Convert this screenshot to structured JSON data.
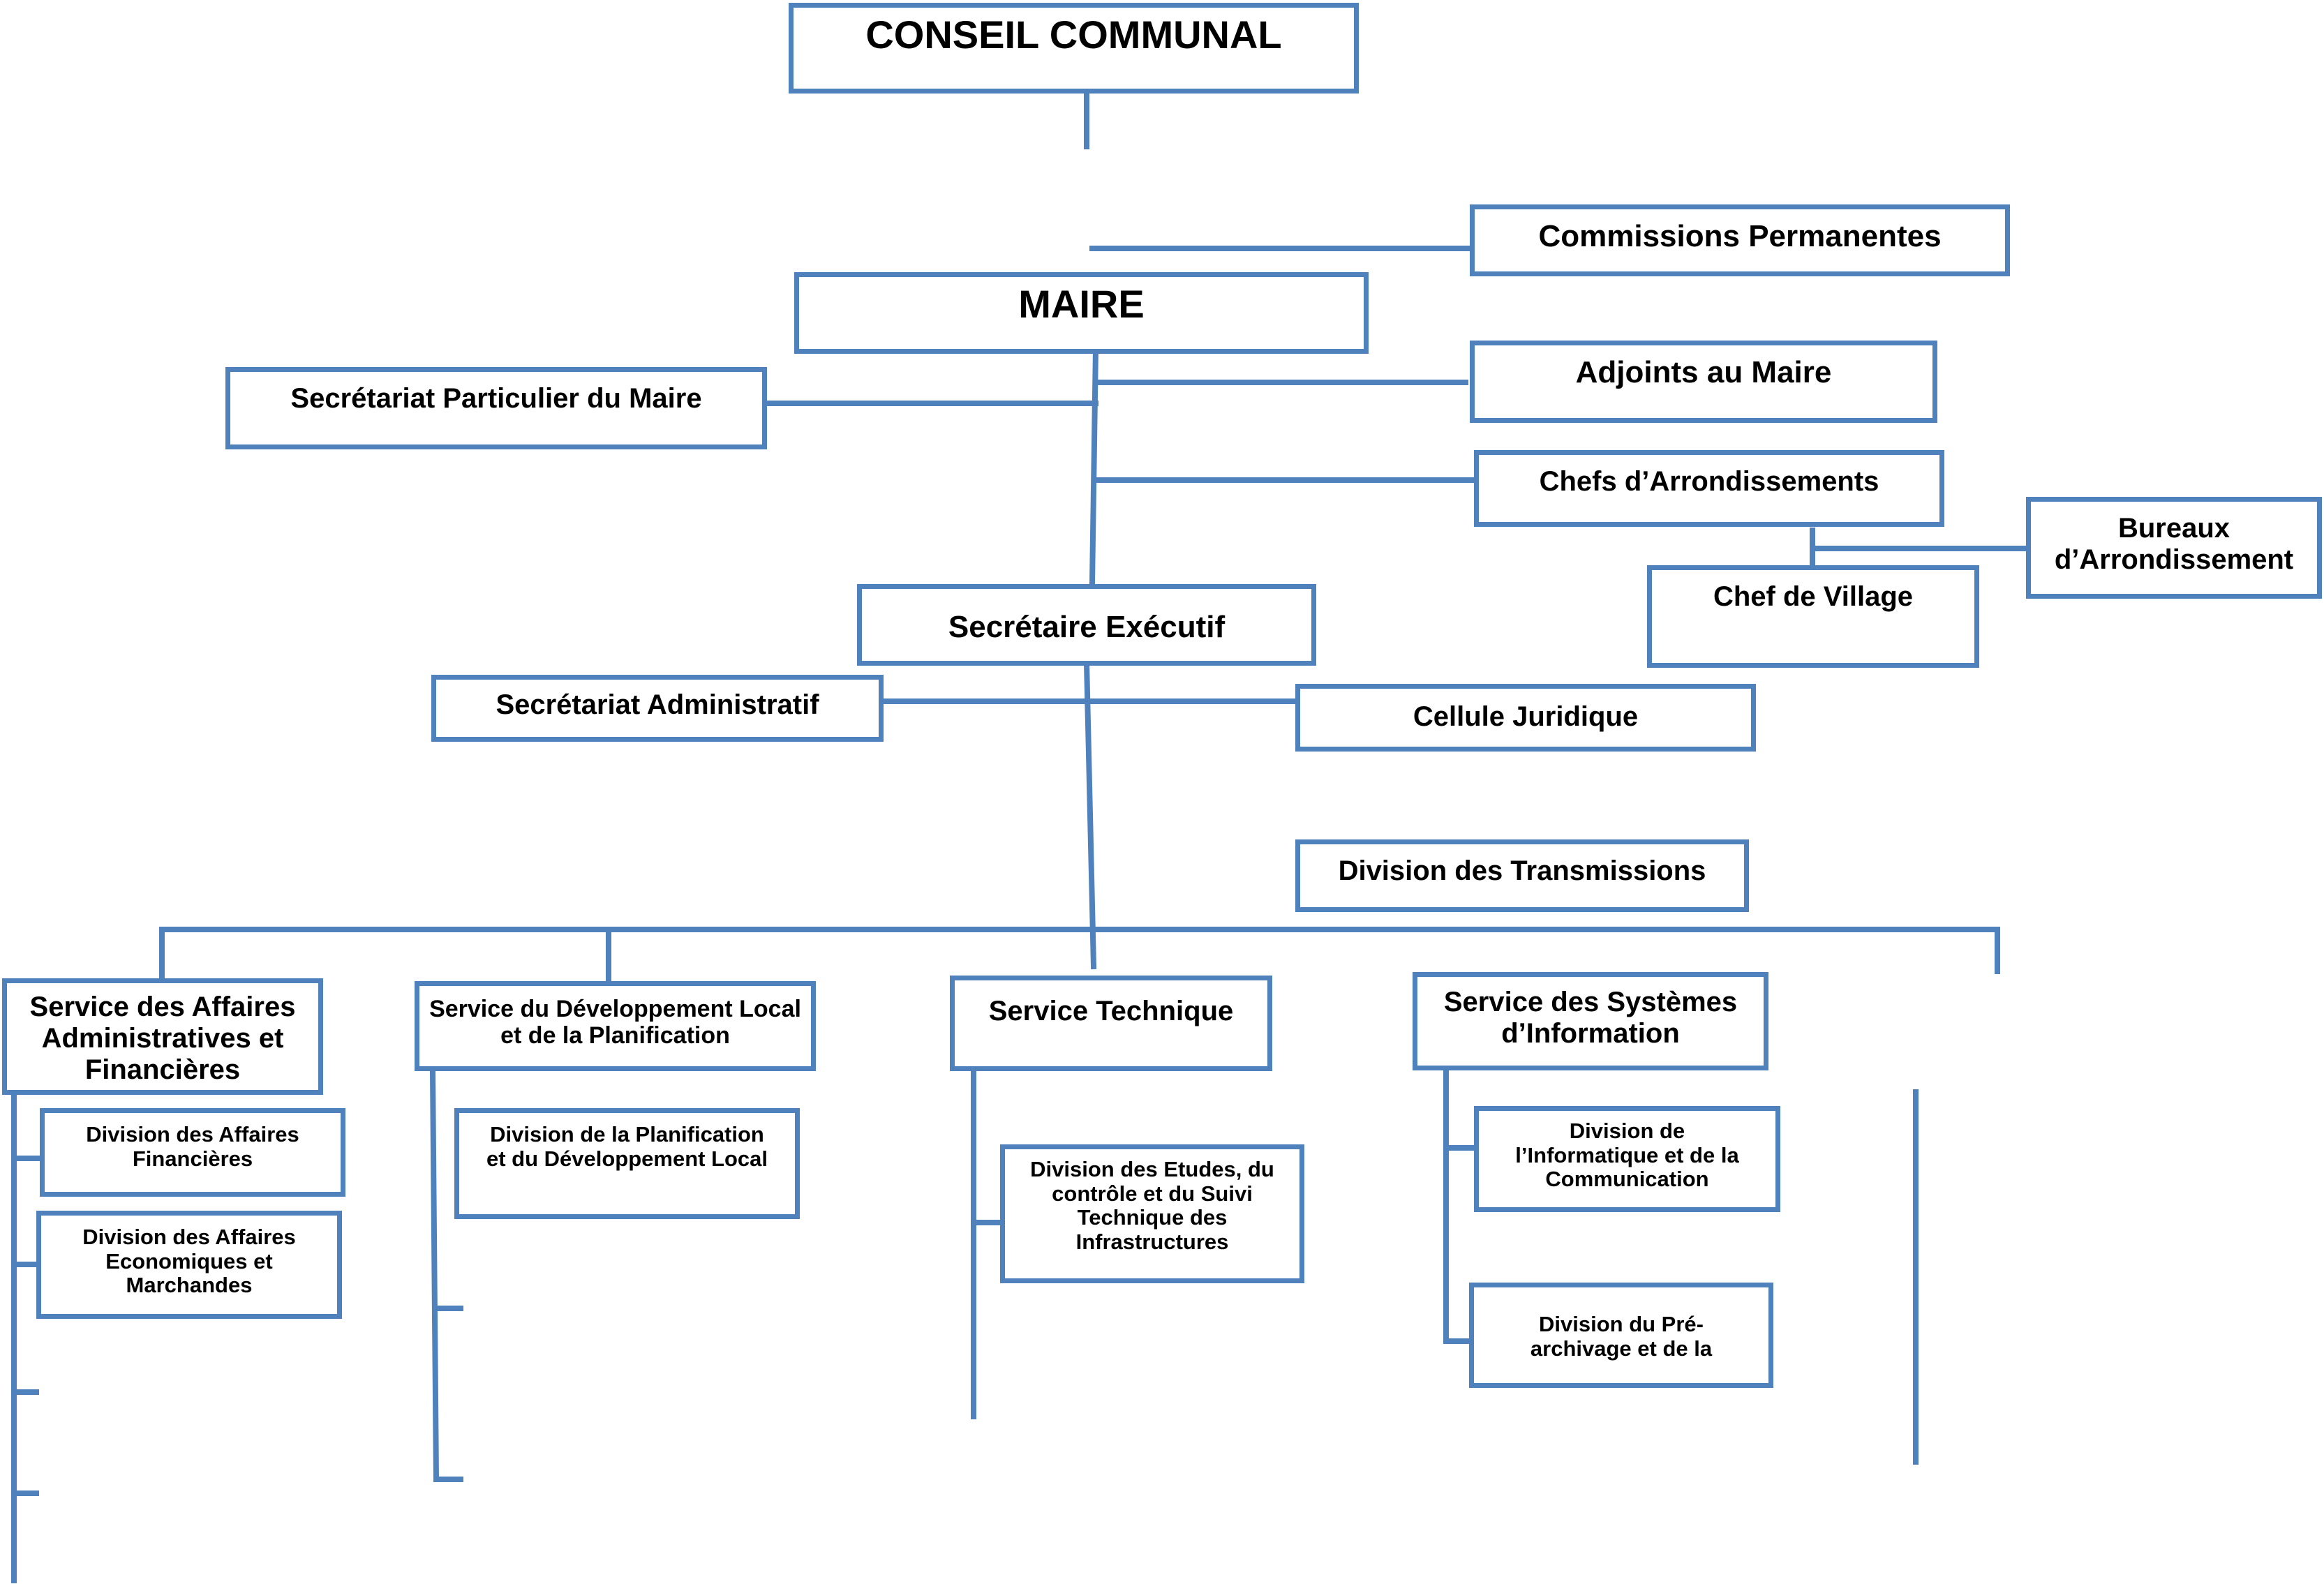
{
  "diagram": {
    "line_color": "#4f81bd",
    "nodes": {
      "conseil": "CONSEIL COMMUNAL",
      "commissions": "Commissions Permanentes",
      "maire": "MAIRE",
      "sec_particulier": "Secrétariat Particulier du Maire",
      "adjoints": "Adjoints au Maire",
      "chefs_arr": "Chefs d’Arrondissements",
      "bureaux_arr": "Bureaux\nd’Arrondissement",
      "chef_village": "Chef de Village",
      "sec_executif": "Secrétaire Exécutif",
      "sec_admin": "Secrétariat Administratif",
      "cellule_juridique": "Cellule Juridique",
      "div_transmissions": "Division des Transmissions",
      "saaf": "Service des Affaires\nAdministratives et\nFinancières",
      "sdlp": "Service du Développement Local\net de la Planification",
      "st": "Service Technique",
      "ssi": "Service des Systèmes\nd’Information",
      "daf": "Division des Affaires\nFinancières",
      "daem": "Division des Affaires\nEconomiques et\nMarchandes",
      "dpdl": "Division de la Planification\net du Développement Local",
      "decst": "Division des Etudes, du\ncontrôle et du Suivi\nTechnique des\nInfrastructures",
      "dic": "Division de\nl’Informatique et de la\nCommunication",
      "dpa": "Division du Pré-\narchivage et de la"
    }
  }
}
